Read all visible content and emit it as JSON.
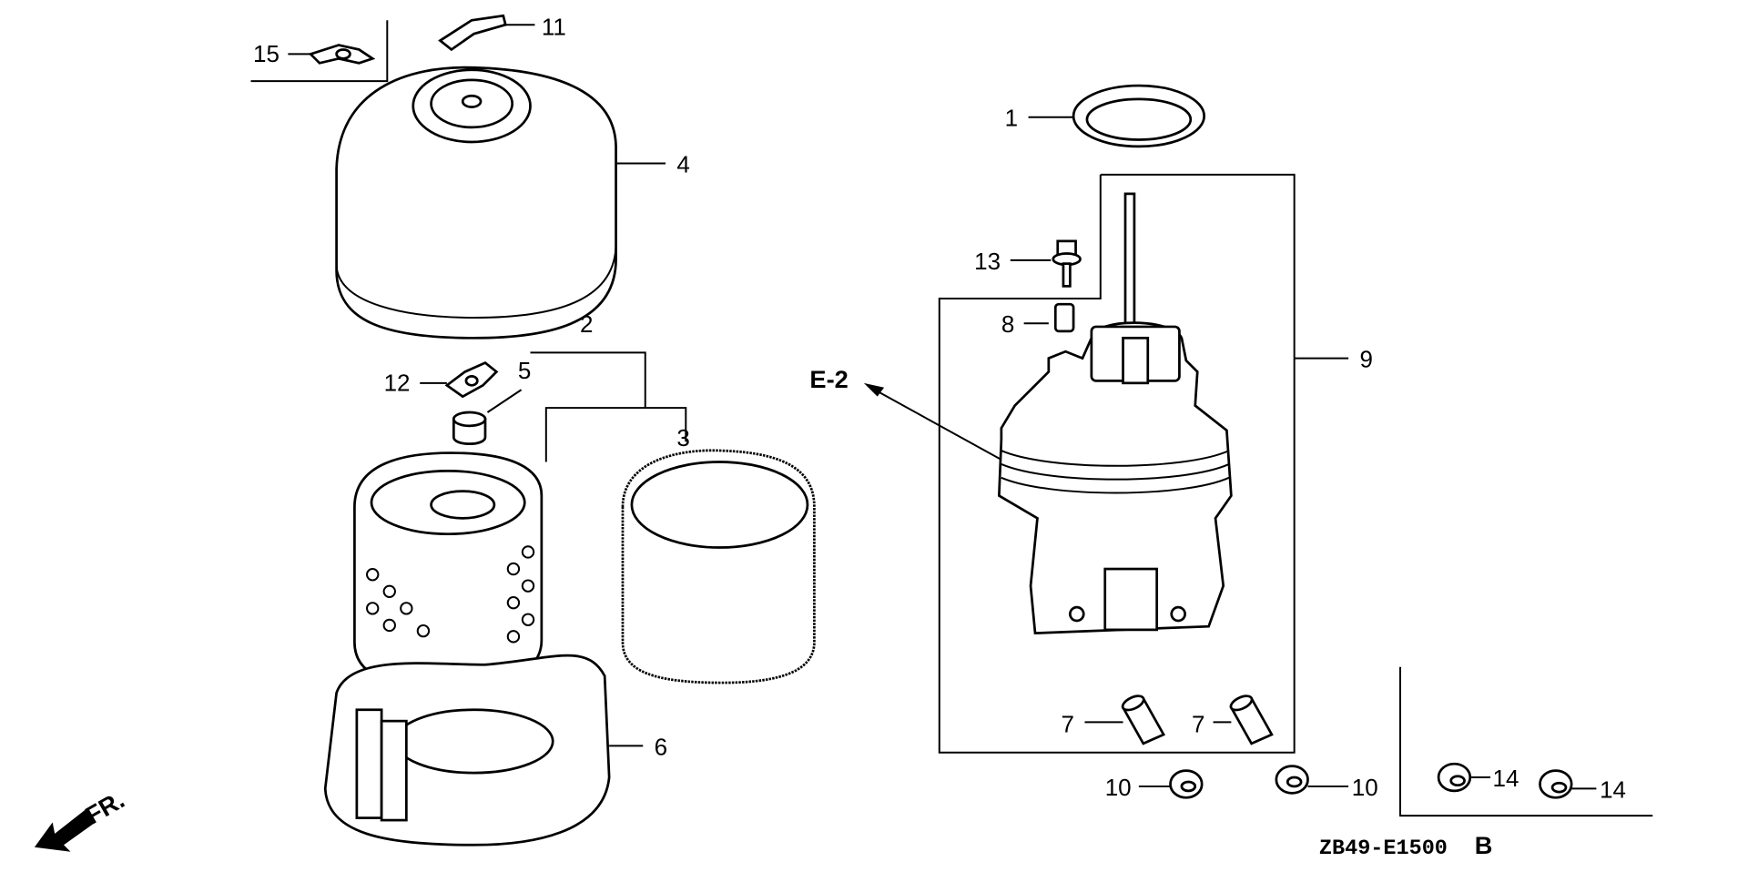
{
  "diagram": {
    "code": "ZB49-E1500",
    "revision": "B",
    "direction_label": "FR.",
    "reference": "E-2",
    "callouts": {
      "c1": "1",
      "c2": "2",
      "c3": "3",
      "c4": "4",
      "c5": "5",
      "c6": "6",
      "c7a": "7",
      "c7b": "7",
      "c8": "8",
      "c9": "9",
      "c10a": "10",
      "c10b": "10",
      "c11": "11",
      "c12": "12",
      "c13": "13",
      "c14a": "14",
      "c14b": "14",
      "c15": "15"
    }
  }
}
